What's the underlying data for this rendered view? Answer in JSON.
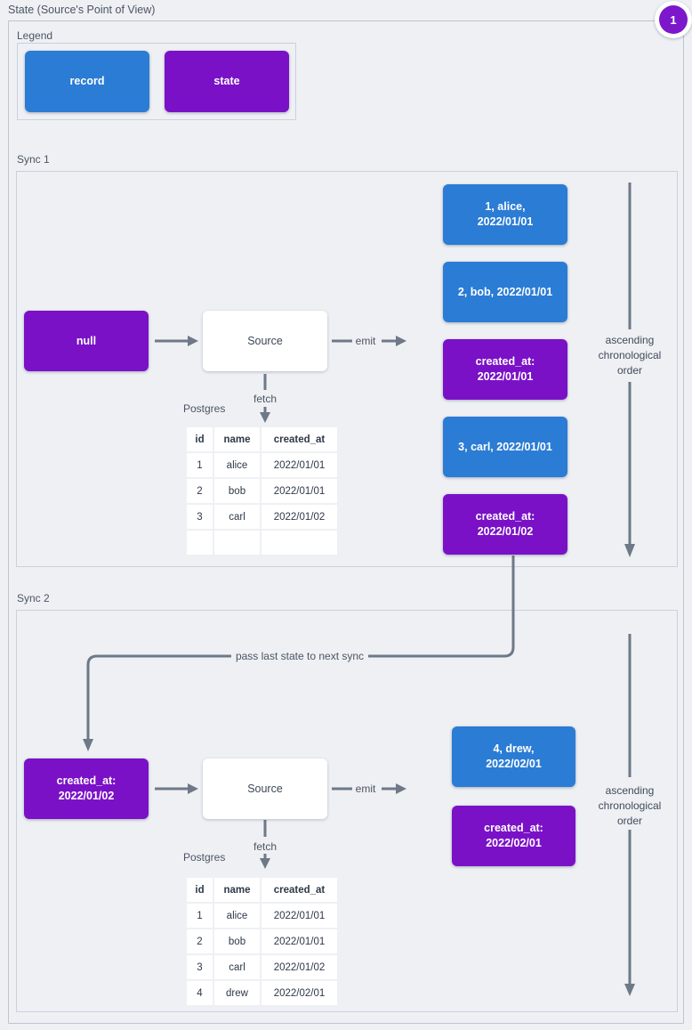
{
  "page": {
    "title": "State (Source's Point of View)",
    "badge_label": "1"
  },
  "colors": {
    "record_blue": "#2b7cd4",
    "state_purple": "#7a11c7",
    "badge_purple": "#7d17cb",
    "line_gray": "#6e7987"
  },
  "legend": {
    "label": "Legend",
    "record_label": "record",
    "state_label": "state"
  },
  "sync1": {
    "label": "Sync 1",
    "input_state": "null",
    "source": "Source",
    "emit": "emit",
    "fetch": "fetch",
    "db_label": "Postgres",
    "table": {
      "headers": [
        "id",
        "name",
        "created_at"
      ],
      "rows": [
        [
          "1",
          "alice",
          "2022/01/01"
        ],
        [
          "2",
          "bob",
          "2022/01/01"
        ],
        [
          "3",
          "carl",
          "2022/01/02"
        ],
        [
          "",
          "",
          ""
        ]
      ]
    },
    "emitted": [
      {
        "type": "record",
        "label": "1, alice, 2022/01/01"
      },
      {
        "type": "record",
        "label": "2, bob, 2022/01/01"
      },
      {
        "type": "state",
        "label": "created_at: 2022/01/01"
      },
      {
        "type": "record",
        "label": "3, carl, 2022/01/01"
      },
      {
        "type": "state",
        "label": "created_at: 2022/01/02"
      }
    ],
    "order_note": "ascending chronological order"
  },
  "pass_note": "pass last state to next sync",
  "sync2": {
    "label": "Sync 2",
    "input_state": "created_at: 2022/01/02",
    "source": "Source",
    "emit": "emit",
    "fetch": "fetch",
    "db_label": "Postgres",
    "table": {
      "headers": [
        "id",
        "name",
        "created_at"
      ],
      "rows": [
        [
          "1",
          "alice",
          "2022/01/01"
        ],
        [
          "2",
          "bob",
          "2022/01/01"
        ],
        [
          "3",
          "carl",
          "2022/01/02"
        ],
        [
          "4",
          "drew",
          "2022/02/01"
        ]
      ]
    },
    "emitted": [
      {
        "type": "record",
        "label": "4, drew, 2022/02/01"
      },
      {
        "type": "state",
        "label": "created_at: 2022/02/01"
      }
    ],
    "order_note": "ascending chronological order"
  }
}
